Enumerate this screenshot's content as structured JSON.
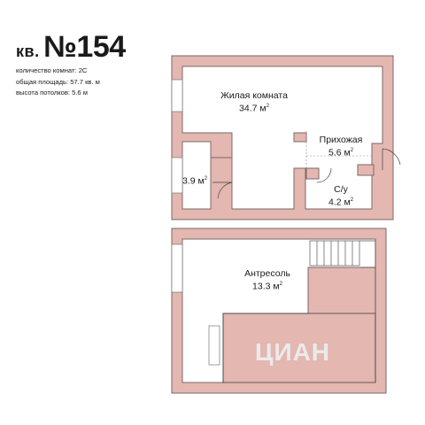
{
  "header": {
    "prefix": "кв.",
    "number": "№154",
    "specs": [
      {
        "label": "количество комнат: ",
        "value": "2С"
      },
      {
        "label": "общая площадь: ",
        "value": "57.7 кв. м"
      },
      {
        "label": "высота потолков: ",
        "value": "5.6 м"
      }
    ]
  },
  "rooms": {
    "living": {
      "name": "Жилая комната",
      "area": "34.7 м",
      "unit_sup": "2"
    },
    "hall": {
      "name": "Прихожая",
      "area": "5.6 м",
      "unit_sup": "2"
    },
    "balcony": {
      "area": "3.9 м",
      "unit_sup": "2"
    },
    "bath": {
      "name": "С/у",
      "area": "4.2 м",
      "unit_sup": "2"
    },
    "mezzanine": {
      "name": "Антресоль",
      "area": "13.3 м",
      "unit_sup": "2"
    }
  },
  "watermark": "ЦИАН"
}
